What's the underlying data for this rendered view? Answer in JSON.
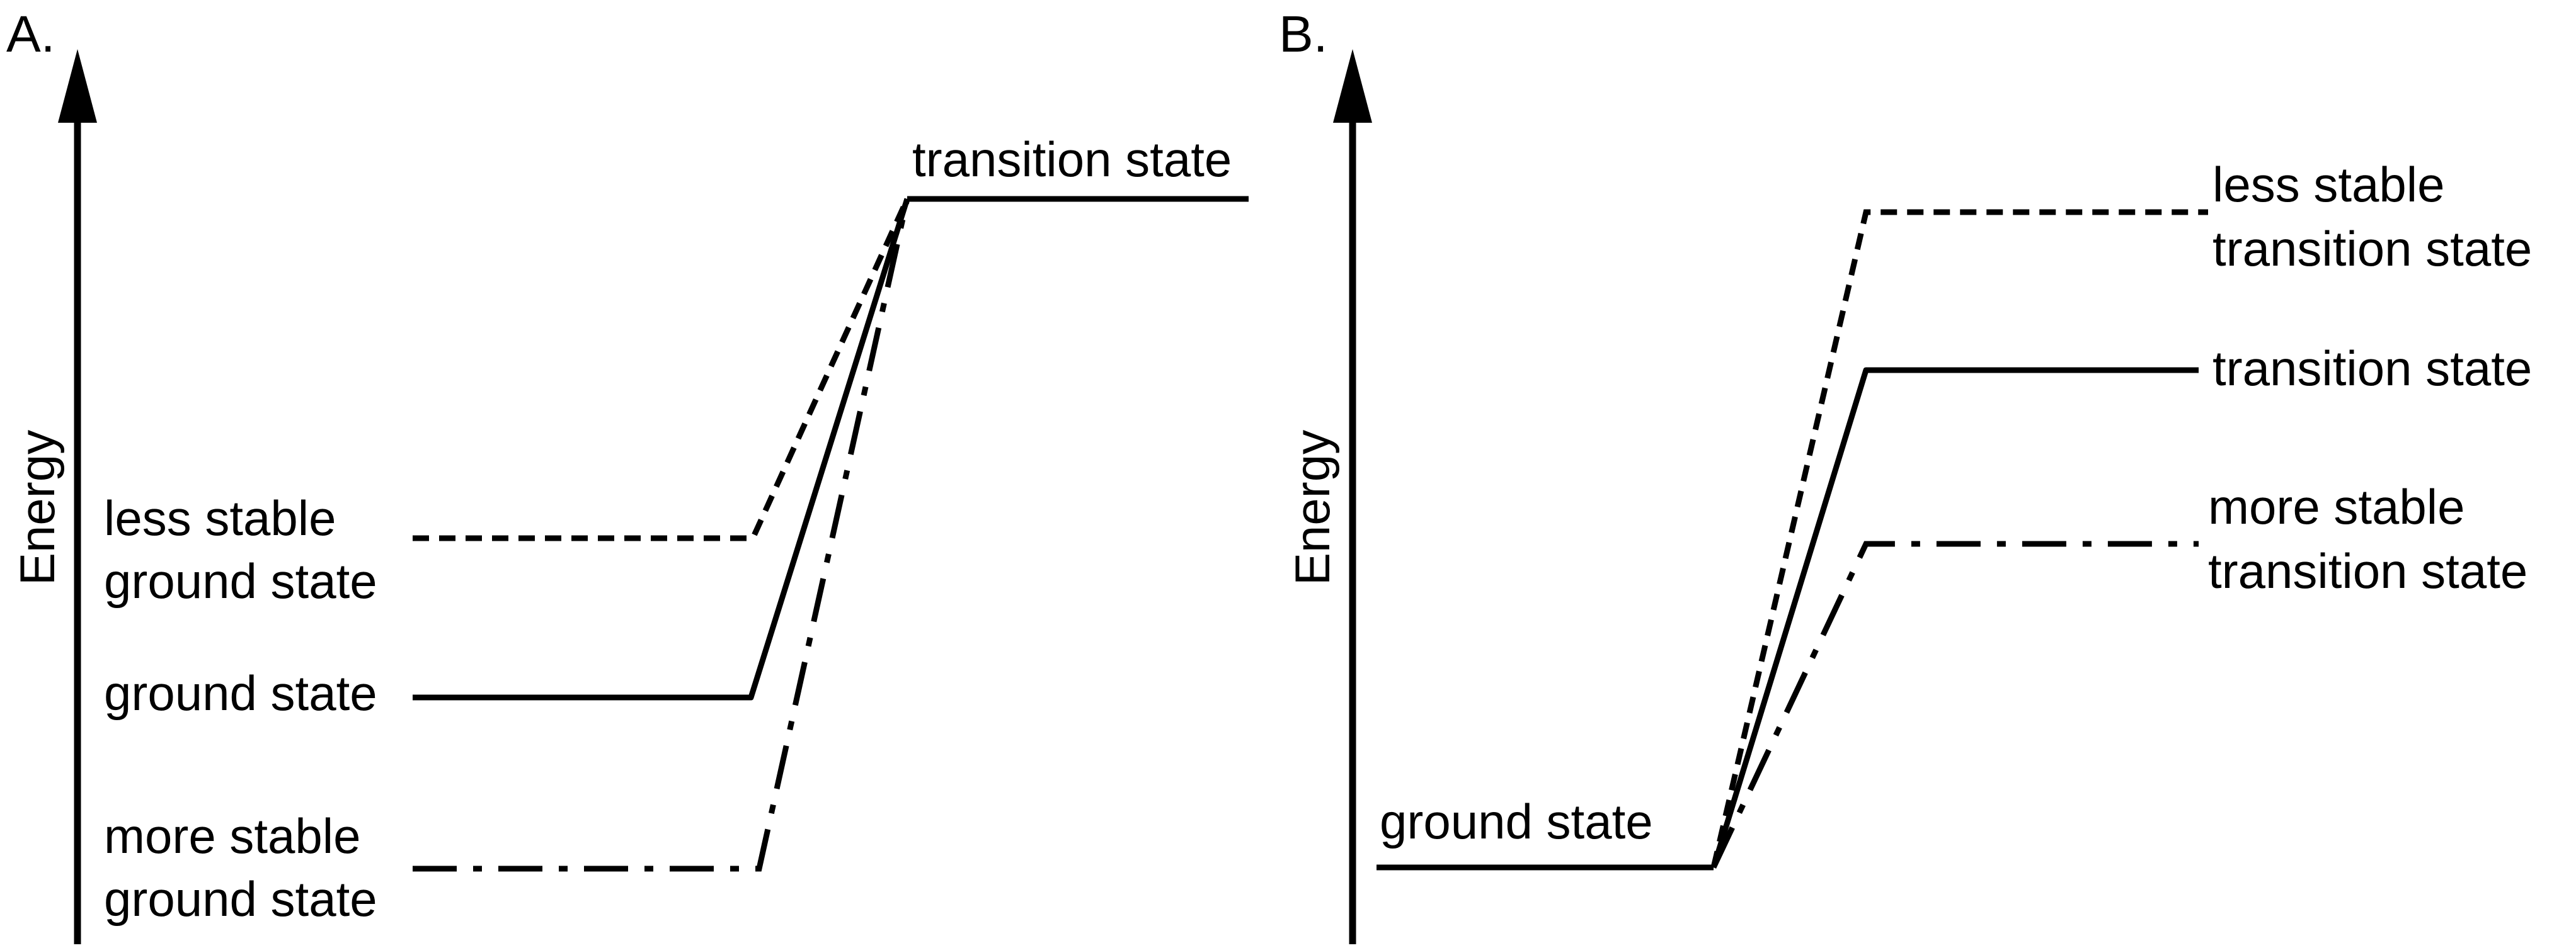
{
  "panel_a": {
    "letter": "A.",
    "axis_label": "Energy",
    "labels": {
      "transition_state": "transition state",
      "less_stable_ground_line1": "less stable",
      "less_stable_ground_line2": "ground state",
      "ground_state": "ground state",
      "more_stable_ground_line1": "more stable",
      "more_stable_ground_line2": "ground state"
    }
  },
  "panel_b": {
    "letter": "B.",
    "axis_label": "Energy",
    "labels": {
      "less_stable_ts_line1": "less stable",
      "less_stable_ts_line2": "transition state",
      "transition_state": "transition state",
      "more_stable_ts_line1": "more stable",
      "more_stable_ts_line2": "transition state",
      "ground_state": "ground state"
    }
  }
}
